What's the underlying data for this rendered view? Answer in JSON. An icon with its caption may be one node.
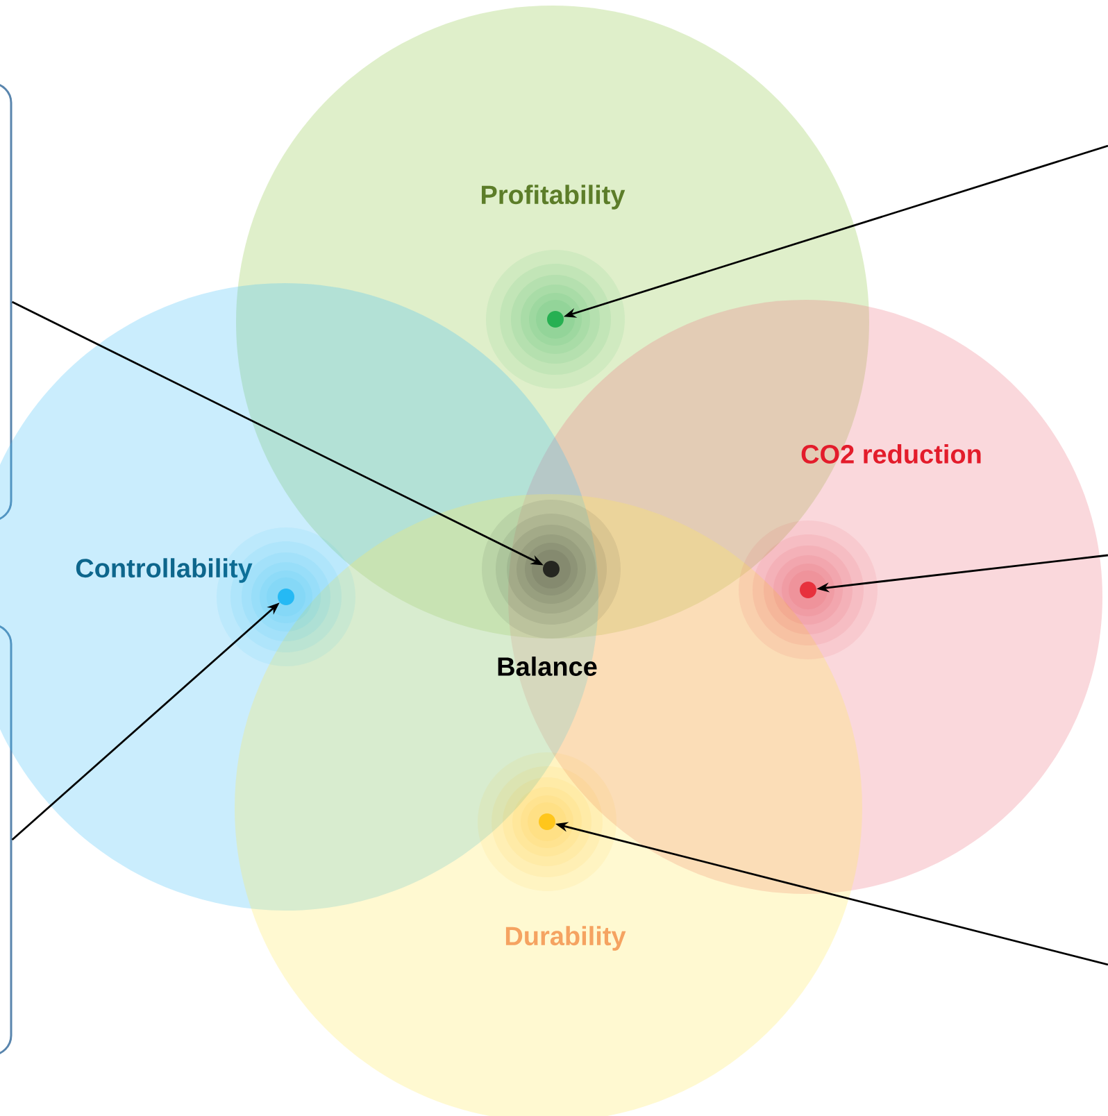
{
  "diagram": {
    "nodes": [
      {
        "text": [],
        "shape": "box"
      },
      {
        "text": [],
        "shape": "box"
      },
      {
        "text": [
          "Profitability"
        ]
      },
      {
        "text": [
          "CO2 reduction"
        ]
      },
      {
        "text": [
          "Controllability"
        ]
      },
      {
        "text": [
          "Durability"
        ]
      },
      {
        "text": [],
        "shape": "circle",
        "in": 2
      },
      {
        "text": [],
        "shape": "circle",
        "in": 3
      },
      {
        "text": [],
        "shape": "circle"
      },
      {
        "text": [],
        "shape": "circle",
        "in": 4
      },
      {
        "text": [],
        "shape": "circle",
        "in": 5
      }
    ],
    "edges": [
      {
        "from": 0,
        "to": 8,
        "arrow": "to"
      },
      {
        "from": 1,
        "to": 9,
        "arrow": "to"
      },
      {
        "from": null,
        "to": 6,
        "arrow": "to"
      },
      {
        "from": null,
        "to": 7,
        "arrow": "to"
      },
      {
        "from": null,
        "to": 10,
        "arrow": "to"
      }
    ],
    "labels": [
      "Balance"
    ]
  }
}
